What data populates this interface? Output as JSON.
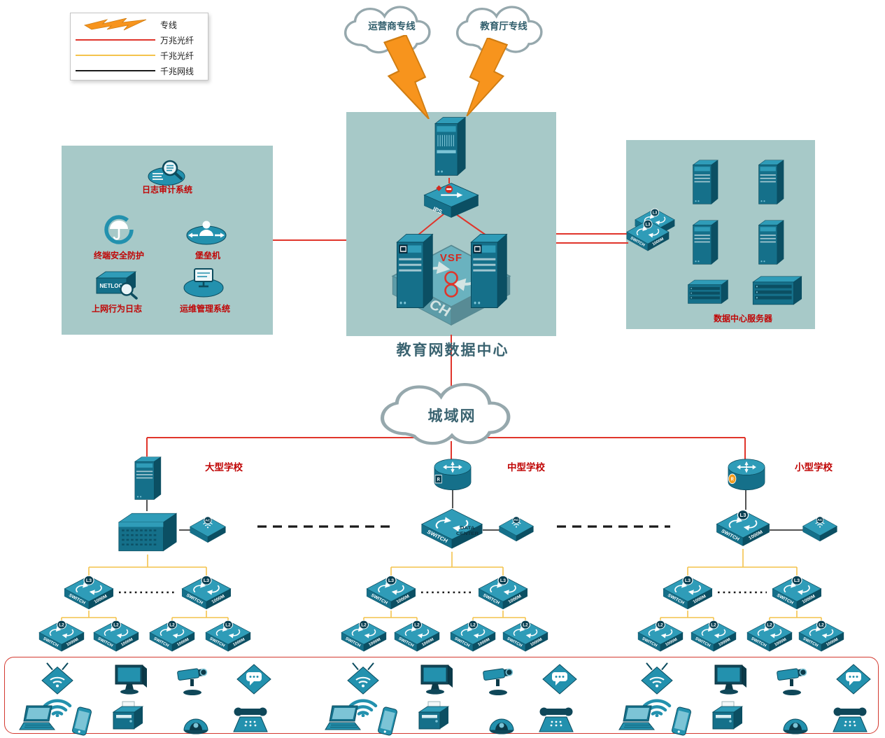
{
  "colors": {
    "panel_bg": "#a7c9c8",
    "red_line": "#e0352b",
    "yellow_line": "#f4c34c",
    "black_line": "#1a1a1a",
    "label_red": "#c00606",
    "title_text": "#3a6370",
    "bolt_fill": "#f7941d",
    "device_top": "#2f9cb8",
    "device_front": "#15708a",
    "device_side": "#0b4f63",
    "device_outline": "#0a4b5e",
    "device_light": "#7cc4d6",
    "endpoint_teal": "#2391ae",
    "box_border": "#d43a30"
  },
  "legend": {
    "items": [
      {
        "label": "专线",
        "icon": "lightning"
      },
      {
        "label": "万兆光纤",
        "icon": "line",
        "color": "#e0352b"
      },
      {
        "label": "千兆光纤",
        "icon": "line",
        "color": "#f4c34c"
      },
      {
        "label": "千兆网线",
        "icon": "line",
        "color": "#1a1a1a"
      }
    ]
  },
  "clouds": {
    "isp": "运营商专线",
    "edu": "教育厅专线",
    "man": "城域网"
  },
  "titles": {
    "datacenter": "教育网数据中心"
  },
  "left_panel_items": [
    "日志审计系统",
    "终端安全防护",
    "堡垒机",
    "上网行为日志",
    "运维管理系统"
  ],
  "right_panel_label": "数据中心服务器",
  "schools": [
    {
      "name": "大型学校"
    },
    {
      "name": "中型学校"
    },
    {
      "name": "小型学校"
    }
  ],
  "device_labels": {
    "switch": "SWITCH",
    "speed": "1000M",
    "l3": "L3",
    "l2": "L2",
    "ac": "AC",
    "ips": "IPS",
    "vsf": "VSF",
    "r": "R",
    "netlog": "NETLOG",
    "data_center": "DATA CENTER"
  }
}
